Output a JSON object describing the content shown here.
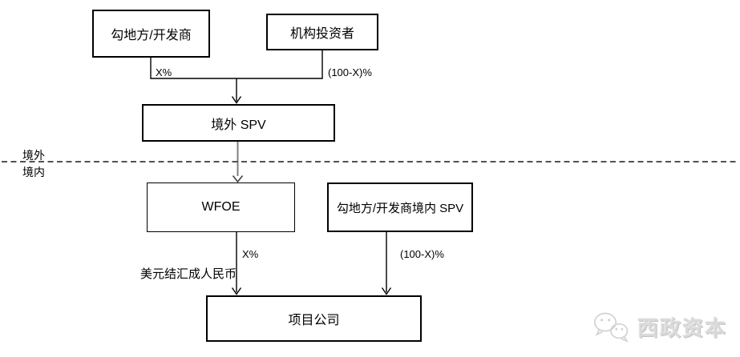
{
  "diagram": {
    "boxes": {
      "land_developer": {
        "label": "勾地方/开发商"
      },
      "institutional_investor": {
        "label": "机构投资者"
      },
      "offshore_spv": {
        "label": "境外 SPV"
      },
      "wfoe": {
        "label": "WFOE"
      },
      "onshore_spv": {
        "label": "勾地方/开发商境内 SPV"
      },
      "project_company": {
        "label": "项目公司"
      }
    },
    "edge_labels": {
      "top_left_pct": "X%",
      "top_right_pct": "(100-X)%",
      "bottom_left_pct": "X%",
      "bottom_right_pct": "(100-X)%",
      "fx_note": "美元结汇成人民币"
    },
    "boundary": {
      "above_line": "境外",
      "below_line": "境内"
    },
    "colors": {
      "line": "#000000",
      "gray_arrow": "#808080",
      "dashed_line": "#3a3a3a",
      "watermark_gray": "#d9d9d9"
    },
    "watermark": {
      "icon": "wechat-icon",
      "text": "西政资本"
    }
  }
}
